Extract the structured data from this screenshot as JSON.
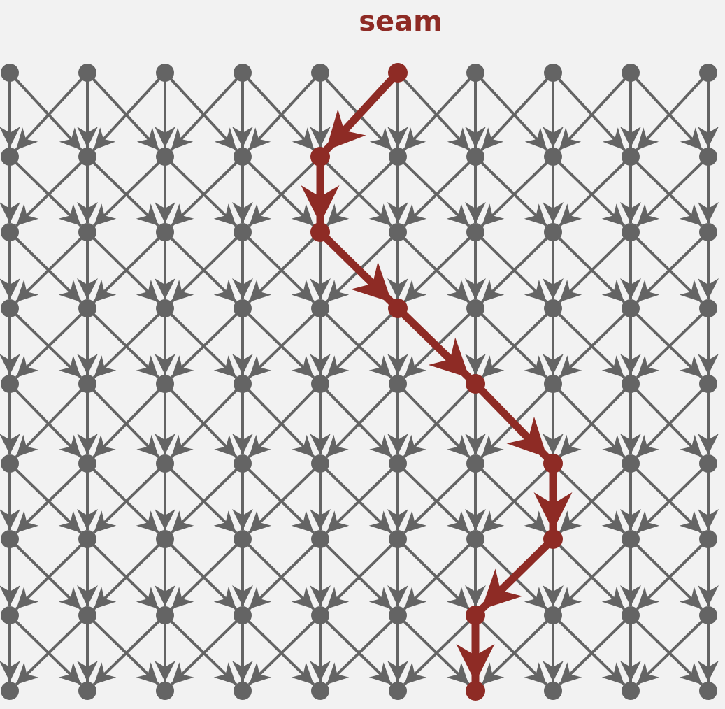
{
  "title": "seam",
  "grid": {
    "columns": 10,
    "rows": 9,
    "edges": [
      "down-left",
      "down",
      "down-right"
    ]
  },
  "seam_columns_by_row": [
    5,
    4,
    4,
    5,
    6,
    7,
    7,
    6,
    6
  ],
  "colors": {
    "background": "#f2f2f2",
    "graph": "#646464",
    "seam": "#8e2b25"
  }
}
